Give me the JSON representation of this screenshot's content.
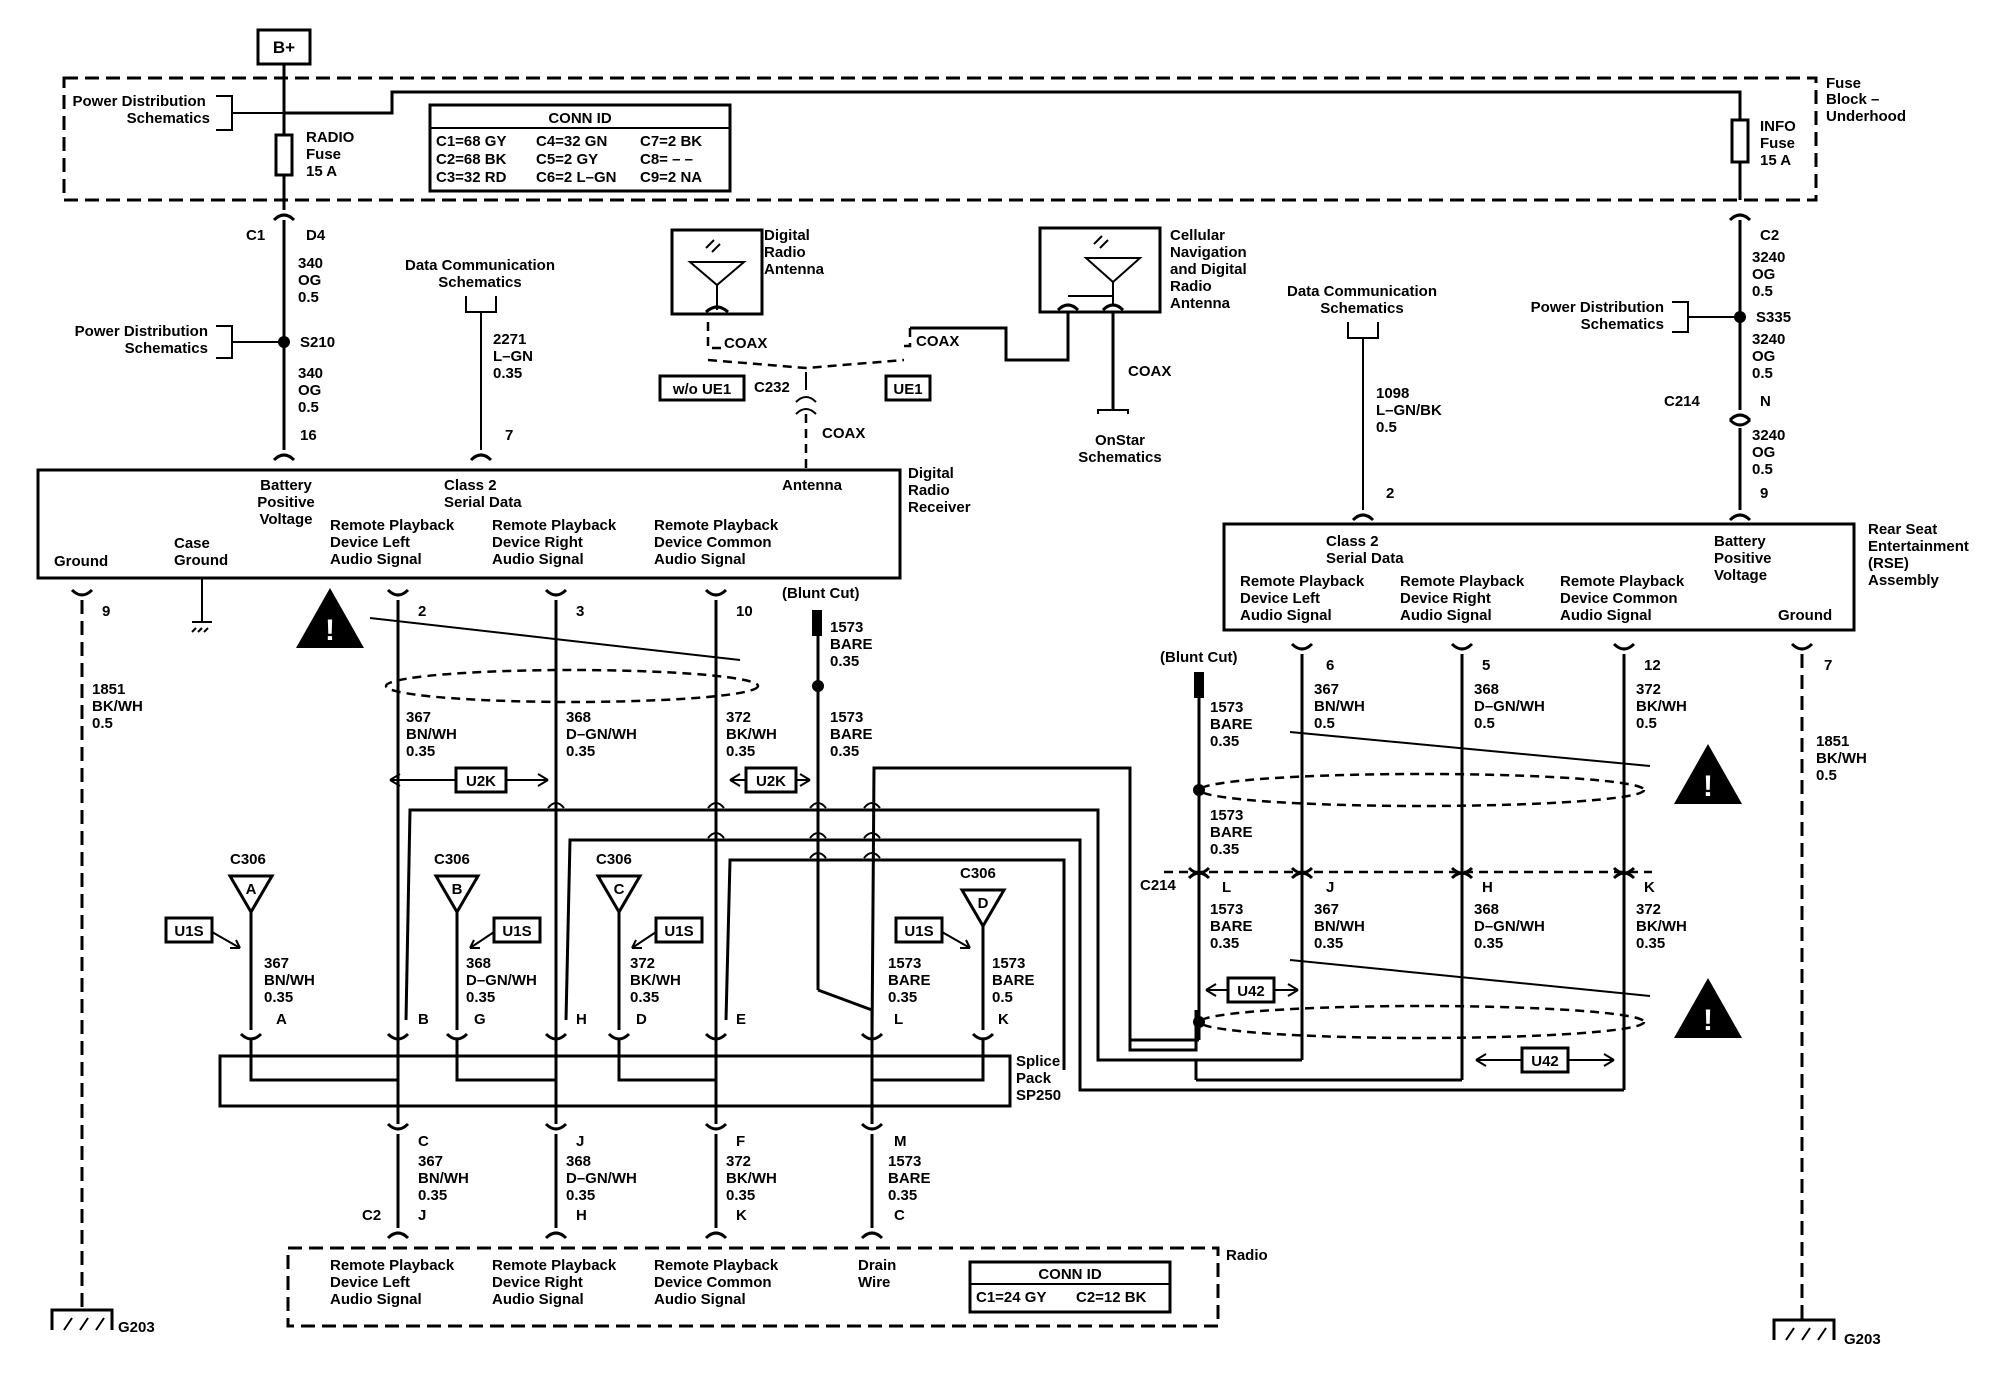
{
  "power": {
    "source": "B+"
  },
  "fuse_block": {
    "name": [
      "Fuse",
      "Block –",
      "Underhood"
    ],
    "left_ref": [
      "Power Distribution",
      "Schematics"
    ],
    "radio_fuse": [
      "RADIO",
      "Fuse",
      "15 A"
    ],
    "info_fuse": [
      "INFO",
      "Fuse",
      "15 A"
    ],
    "conn_id": {
      "title": "CONN ID",
      "rows": [
        [
          "C1=68 GY",
          "C4=32 GN",
          "C7=2 BK"
        ],
        [
          "C2=68 BK",
          "C5=2 GY",
          "C8= – –"
        ],
        [
          "C3=32 RD",
          "C6=2 L–GN",
          "C9=2 NA"
        ]
      ]
    }
  },
  "radio_feed": {
    "c1": "C1",
    "d4": "D4",
    "wire_top": [
      "340",
      "OG",
      "0.5"
    ],
    "splice_ref": [
      "Power Distribution",
      "Schematics"
    ],
    "splice": "S210",
    "wire_bot": [
      "340",
      "OG",
      "0.5"
    ],
    "pin": "16"
  },
  "class2_left": {
    "ref": [
      "Data Communication",
      "Schematics"
    ],
    "wire": [
      "2271",
      "L–GN",
      "0.35"
    ],
    "pin": "7"
  },
  "antennas": {
    "digital": [
      "Digital",
      "Radio",
      "Antenna"
    ],
    "cellular": [
      "Cellular",
      "Navigation",
      "and Digital",
      "Radio",
      "Antenna"
    ],
    "coax": "COAX",
    "wo_ue1": "w/o UE1",
    "ue1": "UE1",
    "c232": "C232",
    "onstar": [
      "OnStar",
      "Schematics"
    ]
  },
  "digital_radio_receiver": {
    "name": [
      "Digital",
      "Radio",
      "Receiver"
    ],
    "battery": [
      "Battery",
      "Positive",
      "Voltage"
    ],
    "class2": [
      "Class 2",
      "Serial Data"
    ],
    "antenna": "Antenna",
    "ground": "Ground",
    "case_ground": [
      "Case",
      "Ground"
    ],
    "rp_left": [
      "Remote Playback",
      "Device Left",
      "Audio Signal"
    ],
    "rp_right": [
      "Remote Playback",
      "Device Right",
      "Audio Signal"
    ],
    "rp_common": [
      "Remote Playback",
      "Device Common",
      "Audio Signal"
    ],
    "pins": {
      "ground": "9",
      "left": "2",
      "right": "3",
      "common": "10"
    }
  },
  "left_ground": {
    "wire": [
      "1851",
      "BK/WH",
      "0.5"
    ],
    "ground": "G203"
  },
  "radio_wires": {
    "left": [
      "367",
      "BN/WH",
      "0.35"
    ],
    "right": [
      "368",
      "D–GN/WH",
      "0.35"
    ],
    "common": [
      "372",
      "BK/WH",
      "0.35"
    ],
    "drain": [
      "1573",
      "BARE",
      "0.35"
    ],
    "blunt_cut": "(Blunt Cut)",
    "drain_top": [
      "1573",
      "BARE",
      "0.35"
    ],
    "u2k": "U2K"
  },
  "c306": {
    "label": "C306",
    "letters": [
      "A",
      "B",
      "C",
      "D"
    ],
    "u1s": "U1S",
    "wire_a": [
      "367",
      "BN/WH",
      "0.35"
    ],
    "wire_b": [
      "368",
      "D–GN/WH",
      "0.35"
    ],
    "wire_c": [
      "372",
      "BK/WH",
      "0.35"
    ],
    "wire_l": [
      "1573",
      "BARE",
      "0.35"
    ],
    "wire_d": [
      "1573",
      "BARE",
      "0.5"
    ]
  },
  "splice_pack": {
    "name": [
      "Splice",
      "Pack",
      "SP250"
    ],
    "top_pins": [
      "A",
      "B",
      "G",
      "H",
      "D",
      "E",
      "L",
      "K"
    ],
    "bottom_pins": [
      "C",
      "J",
      "F",
      "M"
    ],
    "out_left": [
      "367",
      "BN/WH",
      "0.35"
    ],
    "out_right": [
      "368",
      "D–GN/WH",
      "0.35"
    ],
    "out_common": [
      "372",
      "BK/WH",
      "0.35"
    ],
    "out_drain": [
      "1573",
      "BARE",
      "0.35"
    ]
  },
  "radio": {
    "name": "Radio",
    "c2": "C2",
    "pins": [
      "J",
      "H",
      "K",
      "C"
    ],
    "left": [
      "Remote Playback",
      "Device Left",
      "Audio Signal"
    ],
    "right": [
      "Remote Playback",
      "Device Right",
      "Audio Signal"
    ],
    "common": [
      "Remote Playback",
      "Device Common",
      "Audio Signal"
    ],
    "drain": [
      "Drain",
      "Wire"
    ],
    "conn_id": {
      "title": "CONN ID",
      "row": [
        "C1=24 GY",
        "C2=12 BK"
      ]
    }
  },
  "rse_feed": {
    "c2": "C2",
    "wire_top": [
      "3240",
      "OG",
      "0.5"
    ],
    "ref": [
      "Power Distribution",
      "Schematics"
    ],
    "splice": "S335",
    "wire_mid": [
      "3240",
      "OG",
      "0.5"
    ],
    "c214": "C214",
    "n": "N",
    "wire_bot": [
      "3240",
      "OG",
      "0.5"
    ],
    "pin": "9"
  },
  "class2_right": {
    "ref": [
      "Data Communication",
      "Schematics"
    ],
    "wire": [
      "1098",
      "L–GN/BK",
      "0.5"
    ],
    "pin": "2"
  },
  "rse": {
    "name": [
      "Rear Seat",
      "Entertainment",
      "(RSE)",
      "Assembly"
    ],
    "class2": [
      "Class 2",
      "Serial Data"
    ],
    "battery": [
      "Battery",
      "Positive",
      "Voltage"
    ],
    "rp_left": [
      "Remote Playback",
      "Device Left",
      "Audio Signal"
    ],
    "rp_right": [
      "Remote Playback",
      "Device Right",
      "Audio Signal"
    ],
    "rp_common": [
      "Remote Playback",
      "Device Common",
      "Audio Signal"
    ],
    "ground": "Ground",
    "pins": {
      "left": "6",
      "right": "5",
      "common": "12",
      "ground": "7"
    }
  },
  "rse_wires": {
    "blunt_cut": "(Blunt Cut)",
    "drain_top": [
      "1573",
      "BARE",
      "0.35"
    ],
    "left": [
      "367",
      "BN/WH",
      "0.5"
    ],
    "right": [
      "368",
      "D–GN/WH",
      "0.5"
    ],
    "common": [
      "372",
      "BK/WH",
      "0.5"
    ],
    "drain_mid": [
      "1573",
      "BARE",
      "0.35"
    ],
    "c214": "C214",
    "pins": [
      "L",
      "J",
      "H",
      "K"
    ],
    "drain_bot": [
      "1573",
      "BARE",
      "0.35"
    ],
    "left_bot": [
      "367",
      "BN/WH",
      "0.35"
    ],
    "right_bot": [
      "368",
      "D–GN/WH",
      "0.35"
    ],
    "common_bot": [
      "372",
      "BK/WH",
      "0.35"
    ],
    "u42": "U42"
  },
  "right_ground": {
    "wire": [
      "1851",
      "BK/WH",
      "0.5"
    ],
    "ground": "G203"
  }
}
